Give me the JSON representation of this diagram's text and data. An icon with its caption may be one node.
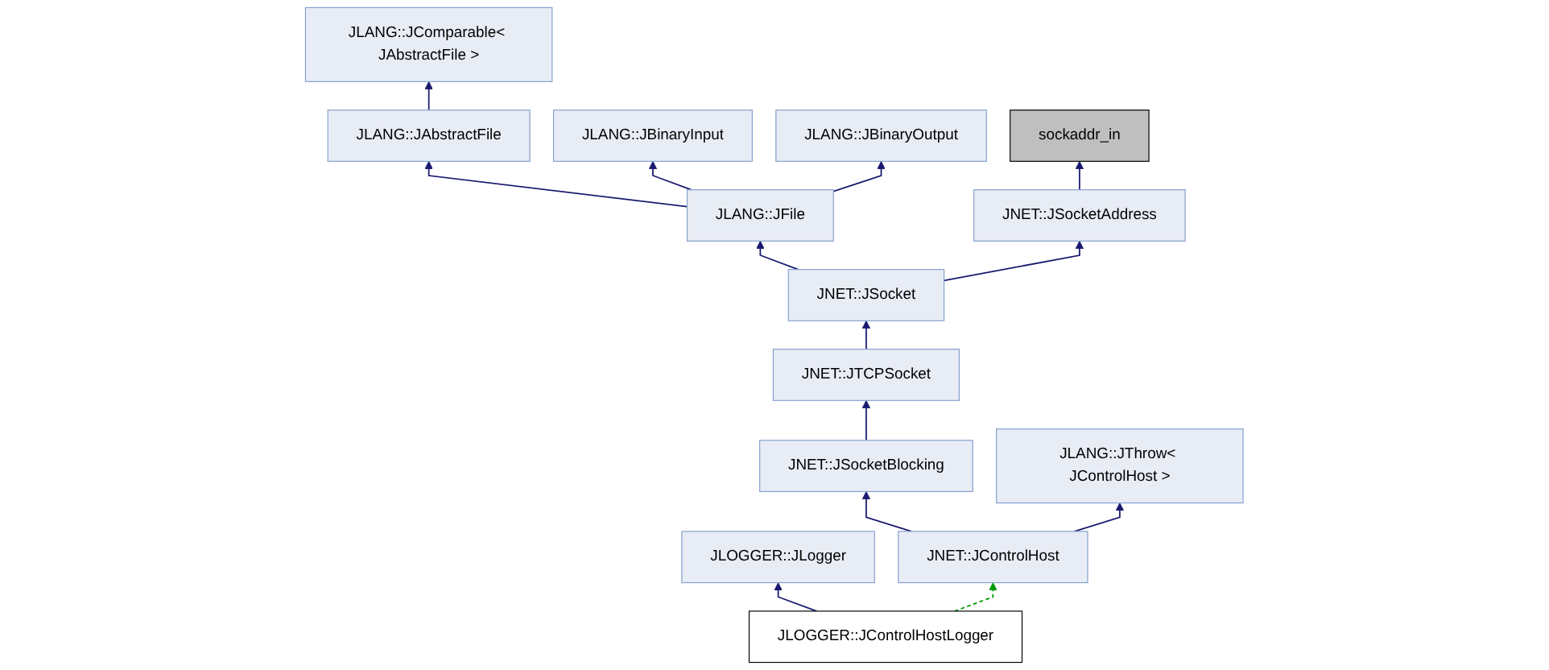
{
  "diagram": {
    "nodes": [
      {
        "text": [
          "JLANG::JComparable< JAbstractFile >"
        ]
      },
      {
        "text": [
          "JLANG::JAbstractFile"
        ]
      },
      {
        "text": [
          "JLANG::JBinaryInput"
        ]
      },
      {
        "text": [
          "JLANG::JBinaryOutput"
        ]
      },
      {
        "text": [
          "sockaddr_in"
        ]
      },
      {
        "text": [
          "JLANG::JFile"
        ]
      },
      {
        "text": [
          "JNET::JSocketAddress"
        ]
      },
      {
        "text": [
          "JNET::JSocket"
        ]
      },
      {
        "text": [
          "JNET::JTCPSocket"
        ]
      },
      {
        "text": [
          "JNET::JSocketBlocking"
        ]
      },
      {
        "text": [
          "JLANG::JThrow< JControlHost >"
        ]
      },
      {
        "text": [
          "JLOGGER::JLogger"
        ]
      },
      {
        "text": [
          "JNET::JControlHost"
        ]
      },
      {
        "text": [
          "JLOGGER::JControlHostLogger"
        ]
      }
    ],
    "edges": [
      {
        "from": 1,
        "to": 0,
        "arrow": "to"
      },
      {
        "from": 5,
        "to": 1,
        "arrow": "to"
      },
      {
        "from": 5,
        "to": 2,
        "arrow": "to"
      },
      {
        "from": 5,
        "to": 3,
        "arrow": "to"
      },
      {
        "from": 6,
        "to": 4,
        "arrow": "to"
      },
      {
        "from": 7,
        "to": 5,
        "arrow": "to"
      },
      {
        "from": 7,
        "to": 6,
        "arrow": "to"
      },
      {
        "from": 8,
        "to": 7,
        "arrow": "to"
      },
      {
        "from": 9,
        "to": 8,
        "arrow": "to"
      },
      {
        "from": 12,
        "to": 9,
        "arrow": "to"
      },
      {
        "from": 12,
        "to": 10,
        "arrow": "to"
      },
      {
        "from": 13,
        "to": 11,
        "arrow": "to"
      },
      {
        "from": 13,
        "to": 12,
        "arrow": "to",
        "style": "dashed",
        "color": "#009900"
      }
    ]
  }
}
